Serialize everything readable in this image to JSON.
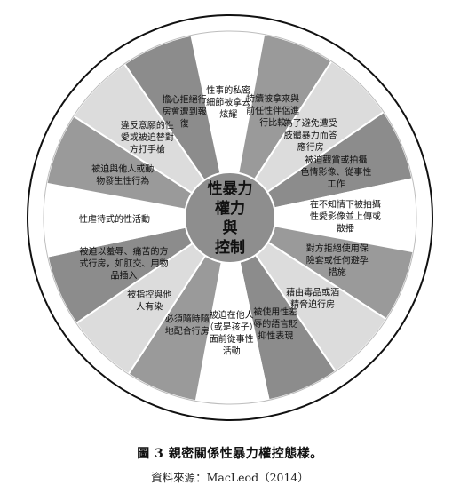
{
  "center": {
    "lines": [
      "性暴力",
      "權力",
      "與",
      "控制"
    ]
  },
  "segments": [
    {
      "lines": [
        "性事的私密",
        "細節被拿去",
        "炫耀"
      ],
      "shade": "#ffffff"
    },
    {
      "lines": [
        "持續被拿來與",
        "前任性伴侶進",
        "行比較"
      ],
      "shade": "#9a9a9a"
    },
    {
      "lines": [
        "為了避免遭受",
        "肢體暴力而答",
        "應行房"
      ],
      "shade": "#dcdcdc"
    },
    {
      "lines": [
        "被迫觀賞或拍攝",
        "色情影像、從事性",
        "工作"
      ],
      "shade": "#8c8c8c"
    },
    {
      "lines": [
        "在不知情下被拍攝",
        "性愛影像並上傳或",
        "散播"
      ],
      "shade": "#ffffff"
    },
    {
      "lines": [
        "對方拒絕使用保",
        "險套或任何避孕",
        "措施"
      ],
      "shade": "#9a9a9a"
    },
    {
      "lines": [
        "藉由毒品或酒",
        "精脅迫行房"
      ],
      "shade": "#dcdcdc"
    },
    {
      "lines": [
        "被使用性羞",
        "辱的語言貶",
        "抑性表現"
      ],
      "shade": "#8c8c8c"
    },
    {
      "lines": [
        "被迫在他人",
        "（或是孩子）",
        "面前從事性",
        "活動"
      ],
      "shade": "#ffffff"
    },
    {
      "lines": [
        "必須隨時隨",
        "地配合行房"
      ],
      "shade": "#9a9a9a"
    },
    {
      "lines": [
        "被指控與他",
        "人有染"
      ],
      "shade": "#dcdcdc"
    },
    {
      "lines": [
        "被迫以羞辱、痛苦的方",
        "式行房，如肛交、用物",
        "品插入"
      ],
      "shade": "#8c8c8c"
    },
    {
      "lines": [
        "性虐待式的性活動"
      ],
      "shade": "#ffffff"
    },
    {
      "lines": [
        "被迫與他人或動",
        "物發生性行為"
      ],
      "shade": "#9a9a9a"
    },
    {
      "lines": [
        "違反意願的性",
        "愛或被迫替對",
        "方打手槍"
      ],
      "shade": "#dcdcdc"
    },
    {
      "lines": [
        "擔心拒絕行",
        "房會遭到報",
        "復"
      ],
      "shade": "#8c8c8c"
    }
  ],
  "caption": "圖 3 親密關係性暴力權控態樣。",
  "source": "資料來源：MacLeod（2014）",
  "colors": {
    "ring": "#111111",
    "hub": "#8e8e8e",
    "hub_text": "#111111",
    "text": "#111111"
  }
}
